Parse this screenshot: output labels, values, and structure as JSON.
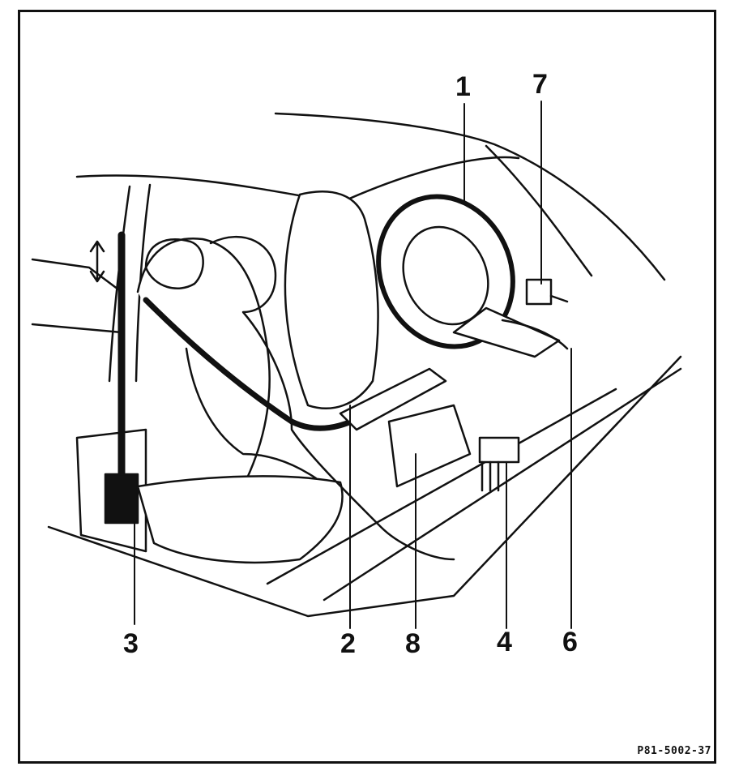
{
  "callouts": {
    "c1": "1",
    "c2": "2",
    "c3": "3",
    "c4": "4",
    "c6": "6",
    "c7": "7",
    "c8": "8"
  },
  "figure_code": "P81-5002-37"
}
